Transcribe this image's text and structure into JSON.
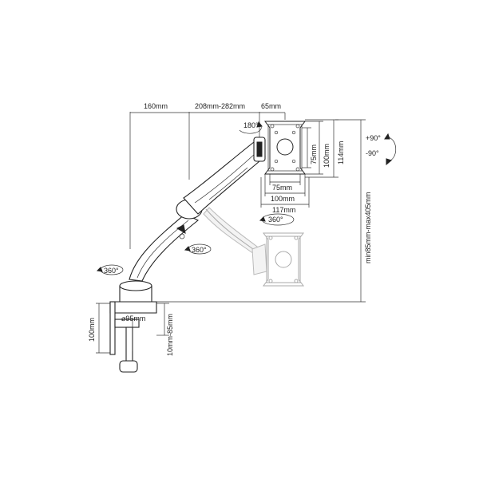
{
  "dimensions": {
    "d160": "160mm",
    "d208": "208mm-282mm",
    "d65": "65mm",
    "rot180": "180°",
    "vesa75h": "75mm",
    "vesa100h": "100mm",
    "d114": "114mm",
    "vesa75w": "75mm",
    "vesa100w": "100mm",
    "d117": "117mm",
    "rot360top": "360°",
    "tiltUp": "+90°",
    "tiltDown": "-90°",
    "height": "min85mm-max405mm",
    "rot360mid": "360°",
    "rot360left": "360°",
    "base100": "100mm",
    "base95": "95mm",
    "clamp": "10mm-85mm"
  },
  "colors": {
    "line": "#222222",
    "ghost": "#aaaaaa"
  }
}
